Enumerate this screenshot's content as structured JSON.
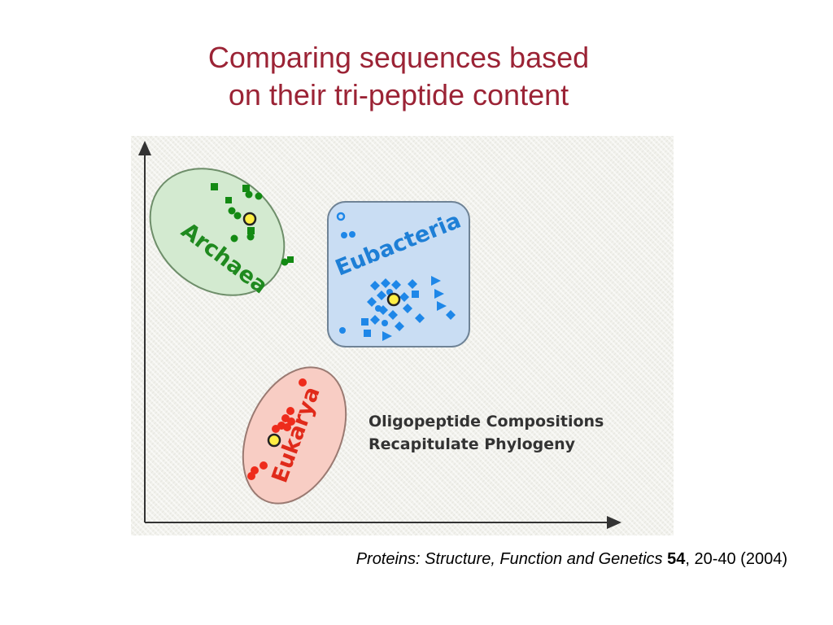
{
  "title": {
    "line1": "Comparing sequences based",
    "line2": "on their tri-peptide content"
  },
  "figure": {
    "groups": [
      {
        "id": "archaea",
        "label": "Archaea",
        "fill": "#d3ead0",
        "stroke": "#6e8e6a",
        "label_color": "#1f8a1f",
        "point_color": "#138a13"
      },
      {
        "id": "eubacteria",
        "label": "Eubacteria",
        "fill": "#c9ddf3",
        "stroke": "#6f8396",
        "label_color": "#1e7fd6",
        "point_color": "#1e87e8"
      },
      {
        "id": "eukarya",
        "label": "Eukarya",
        "fill": "#f8cdc4",
        "stroke": "#9a7a72",
        "label_color": "#e02a1a",
        "point_color": "#ee2b1b"
      }
    ],
    "note_line1": "Oligopeptide Compositions",
    "note_line2": "Recapitulate Phylogeny",
    "centroid_color": "#ffee44"
  },
  "citation": {
    "journal": "Proteins: Structure, Function and Genetics",
    "volume": "54",
    "rest": ", 20-40 (2004)"
  }
}
